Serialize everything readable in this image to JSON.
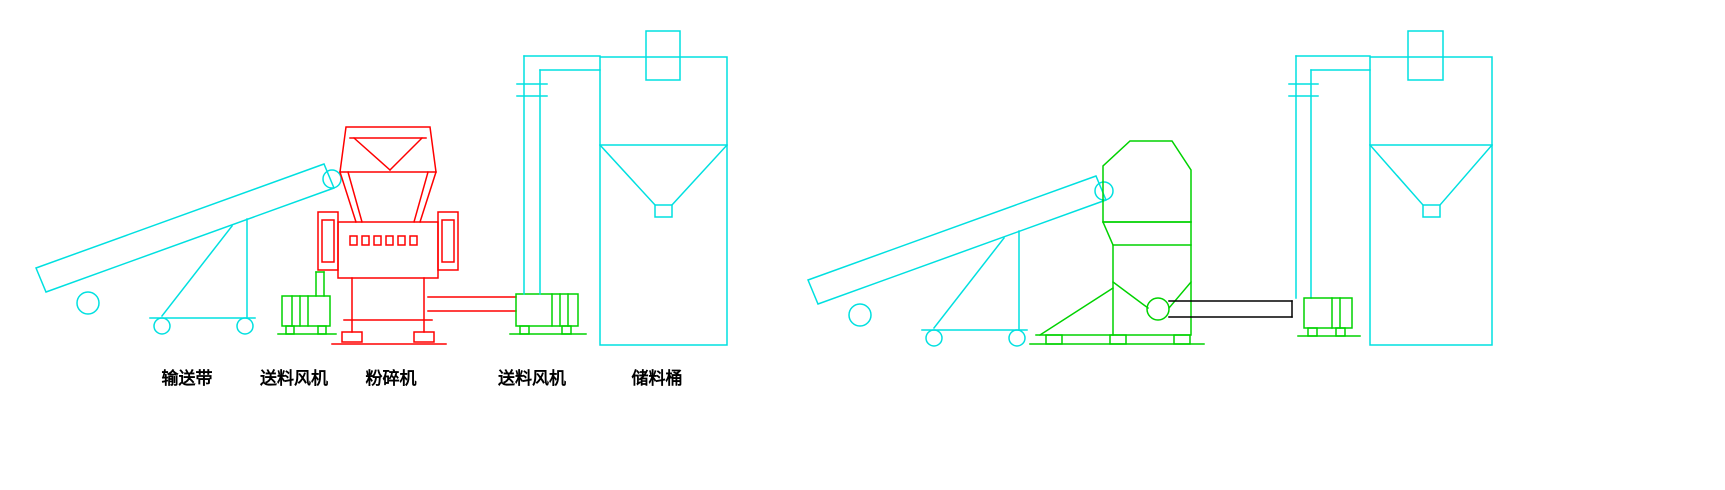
{
  "colors": {
    "cyan": "#00e0e0",
    "red": "#ff0000",
    "green": "#00d200",
    "black": "#000000",
    "background": "#ffffff"
  },
  "left_line": {
    "labels": [
      {
        "id": "conveyor-belt",
        "text": "输送带"
      },
      {
        "id": "feed-blower-1",
        "text": "送料风机"
      },
      {
        "id": "crusher",
        "text": "粉碎机"
      },
      {
        "id": "feed-blower-2",
        "text": "送料风机"
      },
      {
        "id": "storage-bin",
        "text": "储料桶"
      }
    ]
  }
}
